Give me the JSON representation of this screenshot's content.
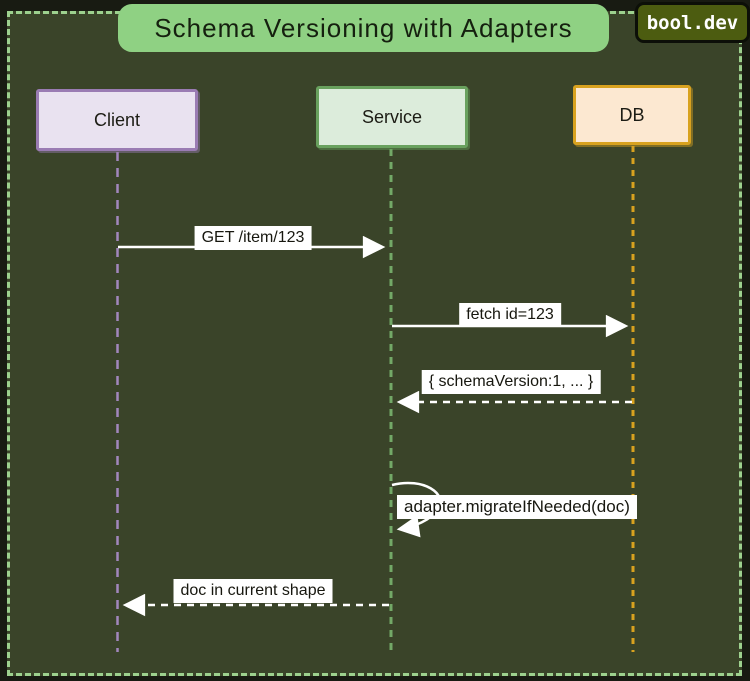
{
  "title": "Schema Versioning with Adapters",
  "badge": "bool.dev",
  "actors": [
    {
      "id": "client",
      "label": "Client",
      "fill": "#e9e2f0",
      "border": "#9a7cb3"
    },
    {
      "id": "service",
      "label": "Service",
      "fill": "#dcecdb",
      "border": "#69a15e"
    },
    {
      "id": "db",
      "label": "DB",
      "fill": "#fce8d1",
      "border": "#d8a21f"
    }
  ],
  "messages": [
    {
      "label": "GET /item/123",
      "from": "Client",
      "to": "Service",
      "line": "solid"
    },
    {
      "label": "fetch id=123",
      "from": "Service",
      "to": "DB",
      "line": "solid"
    },
    {
      "label": "{ schemaVersion:1, ... }",
      "from": "DB",
      "to": "Service",
      "line": "dashed"
    },
    {
      "label": "adapter.migrateIfNeeded(doc)",
      "from": "Service",
      "to": "Service",
      "line": "self-loop"
    },
    {
      "label": "doc in current shape",
      "from": "Service",
      "to": "Client",
      "line": "dashed"
    }
  ],
  "colors": {
    "page_background": "#181b12",
    "panel_background": "#3a4429",
    "panel_border": "#9dd18e",
    "title_background": "#8fd183",
    "title_text": "#15200f",
    "badge_background": "#4c5c10",
    "badge_text": "#ffffff",
    "arrow": "#ffffff",
    "label_background": "#ffffff",
    "label_text": "#17170f"
  }
}
